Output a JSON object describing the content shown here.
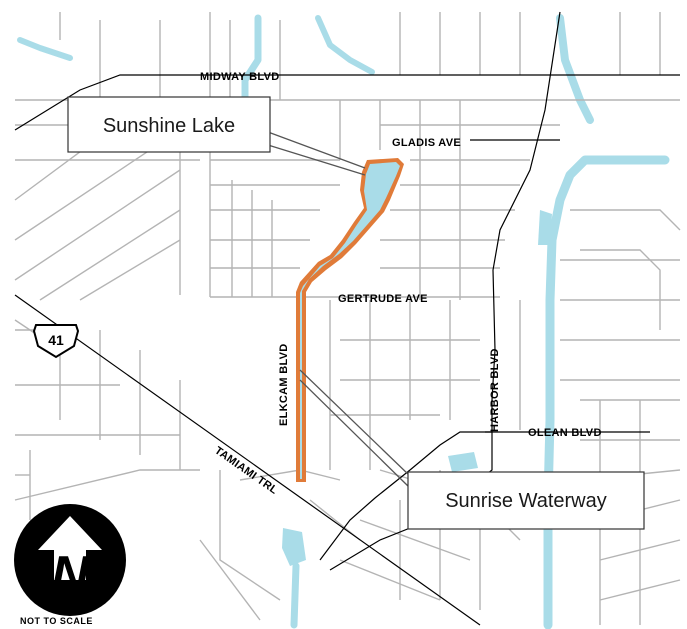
{
  "map": {
    "roads": {
      "midway": "MIDWAY BLVD",
      "gladis": "GLADIS AVE",
      "gertrude": "GERTRUDE AVE",
      "elkcam": "ELKCAM BLVD",
      "harbor": "HARBOR BLVD",
      "olean": "OLEAN BLVD",
      "tamiami": "TAMIAMI TRL"
    },
    "callouts": {
      "lake": "Sunshine Lake",
      "waterway": "Sunrise Waterway"
    },
    "route_shield": "41",
    "scale_note": "NOT TO SCALE",
    "north_arrow_letter": "N",
    "colors": {
      "water": "#a9dce8",
      "highlight": "#e07b39",
      "minor_street": "#b4b4b4",
      "major_road": "#000000"
    }
  }
}
